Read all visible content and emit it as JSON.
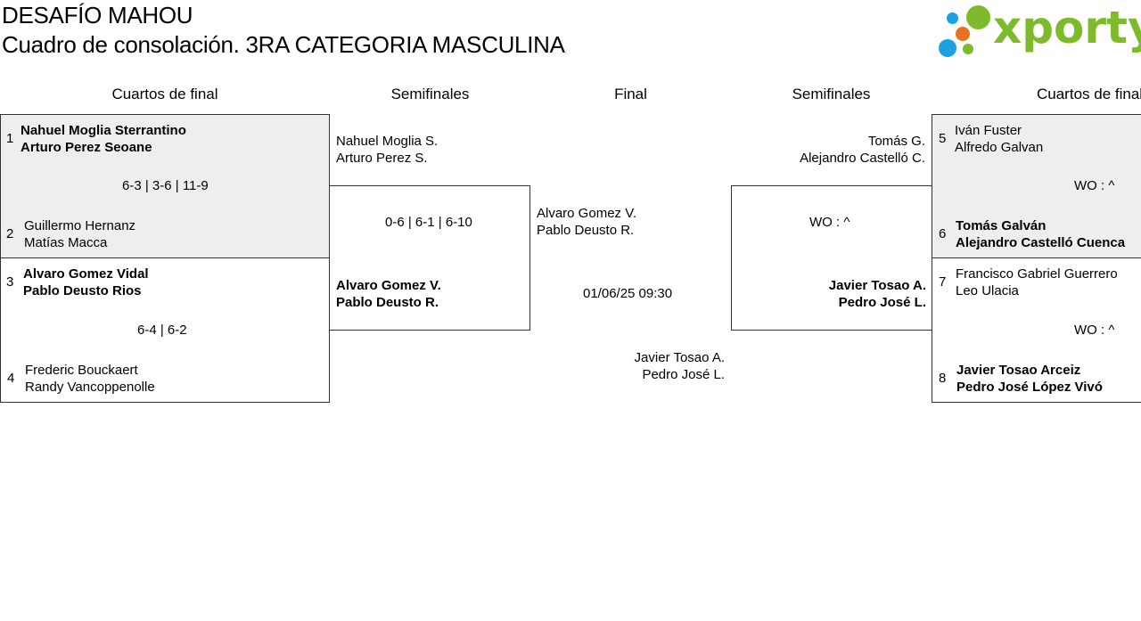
{
  "header": {
    "title": "DESAFÍO MAHOU",
    "subtitle": "Cuadro de consolación. 3RA CATEGORIA MASCULINA",
    "logo_text": "xporty",
    "logo_colors": {
      "green": "#7dbb2c",
      "blue": "#1ba0e1",
      "orange": "#e8711e"
    }
  },
  "columns": {
    "left_quarters": "Cuartos de final",
    "left_semis": "Semifinales",
    "final": "Final",
    "right_semis": "Semifinales",
    "right_quarters": "Cuartos de final"
  },
  "left_quarters": [
    {
      "seed_a": "1",
      "a1": "Nahuel Moglia Sterrantino",
      "a2": "Arturo Perez Seoane",
      "score": "6-3 | 3-6 | 11-9",
      "seed_b": "2",
      "b1": "Guillermo Hernanz",
      "b2": "Matías Macca"
    },
    {
      "seed_a": "3",
      "a1": "Alvaro Gomez Vidal",
      "a2": "Pablo Deusto Rios",
      "score": "6-4 | 6-2",
      "seed_b": "4",
      "b1": "Frederic Bouckaert",
      "b2": "Randy Vancoppenolle"
    }
  ],
  "left_semi": {
    "a1": "Nahuel Moglia S.",
    "a2": "Arturo Perez S.",
    "score": "0-6 | 6-1 | 6-10",
    "b1": "Alvaro Gomez V.",
    "b2": "Pablo Deusto R."
  },
  "final": {
    "a1": "Alvaro Gomez V.",
    "a2": "Pablo Deusto R.",
    "datetime": "01/06/25 09:30",
    "b1": "Javier Tosao A.",
    "b2": "Pedro José L."
  },
  "right_semi": {
    "a1": "Tomás G.",
    "a2": "Alejandro Castelló C.",
    "score": "WO : ^",
    "b1": "Javier Tosao A.",
    "b2": "Pedro José L."
  },
  "right_quarters": [
    {
      "seed_a": "5",
      "a1": "Iván Fuster",
      "a2": "Alfredo Galvan",
      "score": "WO : ^",
      "seed_b": "6",
      "b1": "Tomás Galván",
      "b2": "Alejandro Castelló Cuenca"
    },
    {
      "seed_a": "7",
      "a1": "Francisco Gabriel Guerrero",
      "a2": "Leo Ulacia",
      "score": "WO : ^",
      "seed_b": "8",
      "b1": "Javier Tosao Arceiz",
      "b2": "Pedro José López Vivó"
    }
  ]
}
